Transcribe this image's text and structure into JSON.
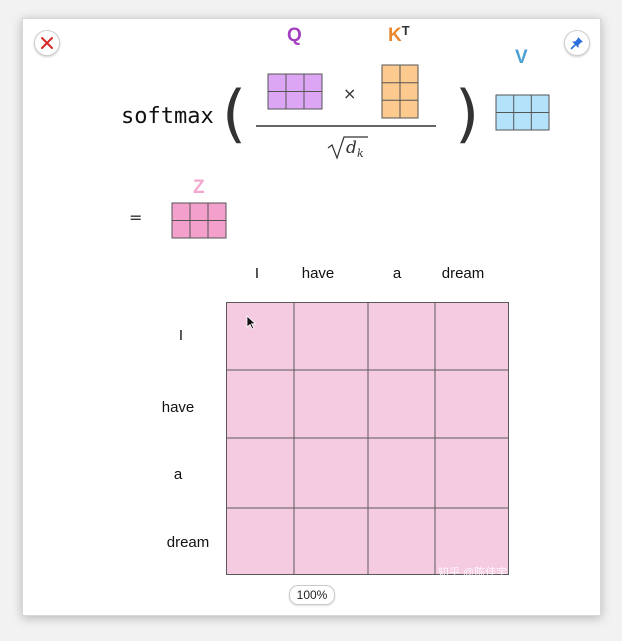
{
  "formula": {
    "function_label": "softmax",
    "left_paren": "(",
    "right_paren": ")",
    "times_symbol": "×",
    "equals_symbol": "=",
    "q_label": "Q",
    "k_label": "K",
    "k_superscript": "T",
    "v_label": "V",
    "z_label": "Z"
  },
  "colors": {
    "q": "#a43fc1",
    "q_fill": "#dca6f5",
    "k": "#e8892f",
    "k_fill": "#fcc98f",
    "v": "#4ba0d2",
    "v_fill": "#b4e2fa",
    "z": "#f4a8cf",
    "z_fill": "#f3a0cc",
    "grid_fill": "#f5cbe2",
    "grid_line": "#5a5a5a"
  },
  "attention_grid": {
    "column_labels": [
      "I",
      "have",
      "a",
      "dream"
    ],
    "row_labels": [
      "I",
      "have",
      "a",
      "dream"
    ]
  },
  "zoom_level": "100%",
  "watermark": "知乎 @陈佳宇"
}
